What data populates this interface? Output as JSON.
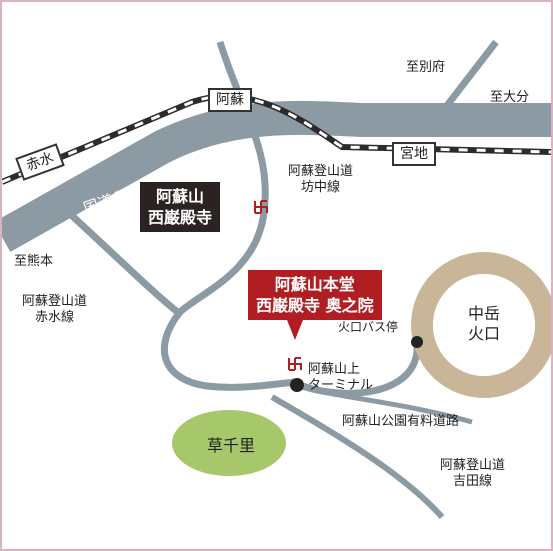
{
  "labels": {
    "to_beppu": "至別府",
    "to_oita": "至大分",
    "to_kumamoto": "至熊本",
    "bochu_line": [
      "阿蘇登山道",
      "坊中線"
    ],
    "akamizu_line": [
      "阿蘇登山道",
      "赤水線"
    ],
    "yoshida_line": [
      "阿蘇登山道",
      "吉田線"
    ],
    "toll_road": "阿蘇山公園有料道路",
    "crater_bus_stop": "火口バス停",
    "terminal": [
      "阿蘇山上",
      "ターミナル"
    ]
  },
  "stations": {
    "aso": "阿蘇",
    "akamizu": "赤水",
    "miyaji": "宮地"
  },
  "route57": "国道５７号線",
  "temples": {
    "saiganden": [
      "阿蘇山",
      "西巌殿寺"
    ],
    "okunoin": [
      "阿蘇山本堂",
      "西巌殿寺 奥之院"
    ]
  },
  "areas": {
    "kusasenri": "草千里",
    "nakadake": [
      "中岳",
      "火口"
    ]
  },
  "colors": {
    "route57": "#8c9aa3",
    "road": "#8c9aa3",
    "railway": "#2b2b2b",
    "temple_dark": "#2a2321",
    "temple_red": "#b01e24",
    "kusasenri": "#a6c86a",
    "crater_ring": "#c9b698",
    "frame": "#d9b3bf"
  },
  "icons": [
    "manji-icon",
    "bus-stop-icon"
  ]
}
